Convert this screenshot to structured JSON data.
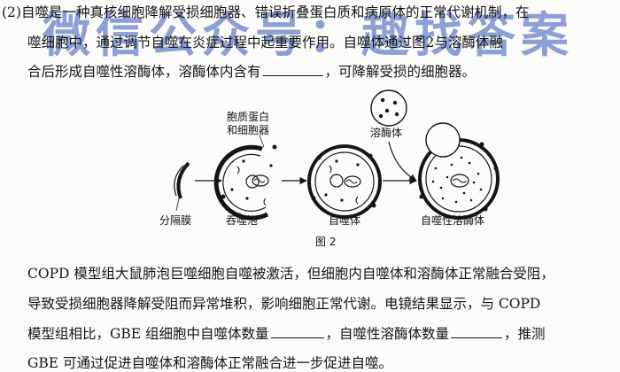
{
  "question": {
    "para1_line1": "(2)自噬是一种真核细胞降解受损细胞器、错误折叠蛋白质和病原体的正常代谢机制，在",
    "para1_line2": "噬细胞中，通过调节自噬在炎症过程中起重要作用。自噬体通过图2与溶酶体融",
    "para1_line3a": "合后形成自噬性溶酶体，溶酶体内含有",
    "para1_line3b": "，可降解受损的细胞器。",
    "para2_line1": "COPD 模型组大鼠肺泡巨噬细胞自噬被激活，但细胞内自噬体和溶酶体正常融合受阻，",
    "para2_line2": "导致受损细胞器降解受阻而异常堆积，影响细胞正常代谢。电镜结果显示，与 COPD",
    "para2_line3a": "模型组相比，GBE 组细胞中自噬体数量",
    "para2_line3b": "，自噬性溶酶体数量",
    "para2_line3c": "，推测",
    "para2_line4": "GBE 可通过促进自噬体和溶酶体正常融合进一步促进自噬。"
  },
  "figure": {
    "caption": "图 2",
    "labels": {
      "membrane": "分隔膜",
      "phagophore": "吞噬泡",
      "cargo_line1": "胞质蛋白",
      "cargo_line2": "和细胞器",
      "autophagosome": "自噬体",
      "lysosome": "溶酶体",
      "autolysosome": "自噬性溶酶体"
    }
  },
  "watermark": {
    "text": "微信公众号：趣找答案",
    "color": "#2f55b8"
  }
}
